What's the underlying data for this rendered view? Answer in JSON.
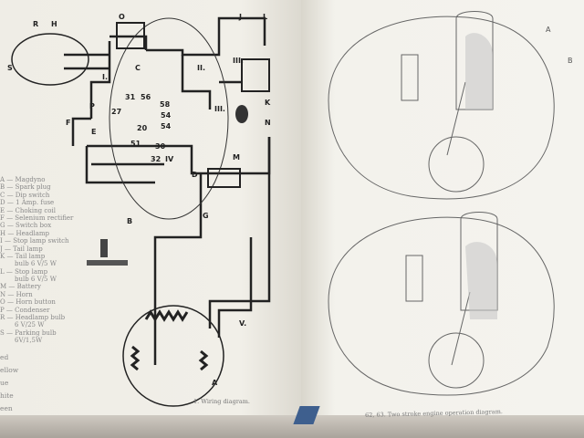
{
  "legend": [
    {
      "key": "A",
      "text": "Magdyno"
    },
    {
      "key": "B",
      "text": "Spark plug"
    },
    {
      "key": "C",
      "text": "Dip switch"
    },
    {
      "key": "D",
      "text": "1 Amp. fuse"
    },
    {
      "key": "E",
      "text": "Choking coil"
    },
    {
      "key": "F",
      "text": "Selenium rectifier"
    },
    {
      "key": "G",
      "text": "Switch box"
    },
    {
      "key": "H",
      "text": "Headlamp"
    },
    {
      "key": "I",
      "text": "Stop lamp switch"
    },
    {
      "key": "J",
      "text": "Tail lamp"
    },
    {
      "key": "K",
      "text": "Tail lamp",
      "sub": "bulb 6 V/5 W"
    },
    {
      "key": "L",
      "text": "Stop lamp",
      "sub": "bulb 6 V/5 W"
    },
    {
      "key": "M",
      "text": "Battery"
    },
    {
      "key": "N",
      "text": "Horn"
    },
    {
      "key": "O",
      "text": "Horn button"
    },
    {
      "key": "P",
      "text": "Condenser"
    },
    {
      "key": "R",
      "text": "Headlamp bulb",
      "sub": "6 V/25 W"
    },
    {
      "key": "S",
      "text": "Parking bulb",
      "sub": "6V/1,5W"
    }
  ],
  "wire_colors": [
    "ed",
    "ellow",
    "ue",
    "hite",
    "een"
  ],
  "diagram_labels": [
    "R",
    "H",
    "S",
    "O",
    "C",
    "J",
    "L",
    "II.",
    "III.",
    "I.",
    "P",
    "F",
    "E",
    "31",
    "56",
    "58",
    "27",
    "54",
    "54",
    "20",
    "51",
    "30",
    "32",
    "IV",
    "D",
    "M",
    "G",
    "B",
    "V.",
    "A",
    "K",
    "N",
    "III."
  ],
  "captions": {
    "left": "1. Wiring diagram.",
    "right": "62, 63. Two stroke engine operation diagram."
  },
  "engine_labels": [
    "A",
    "B"
  ]
}
